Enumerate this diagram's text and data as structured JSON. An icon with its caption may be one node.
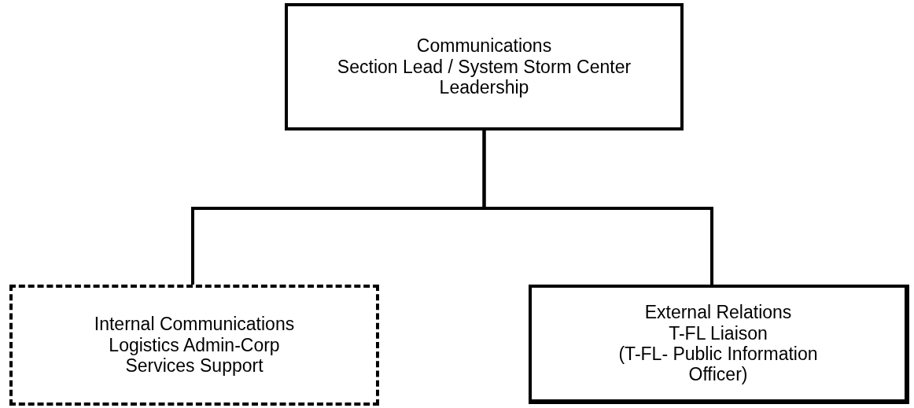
{
  "diagram": {
    "nodes": [
      {
        "text": [
          "Communications",
          "Section Lead / System Storm Center Leadership"
        ]
      },
      {
        "text": [
          "Internal Communications Logistics Admin-Corp Services Support"
        ]
      },
      {
        "text": [
          "External Relations",
          "T-FL Liaison",
          "(T-FL- Public Information Officer)"
        ]
      }
    ],
    "edges": [
      {
        "from": 0,
        "to": 1,
        "arrow": "none"
      },
      {
        "from": 0,
        "to": 2,
        "arrow": "none"
      }
    ]
  }
}
